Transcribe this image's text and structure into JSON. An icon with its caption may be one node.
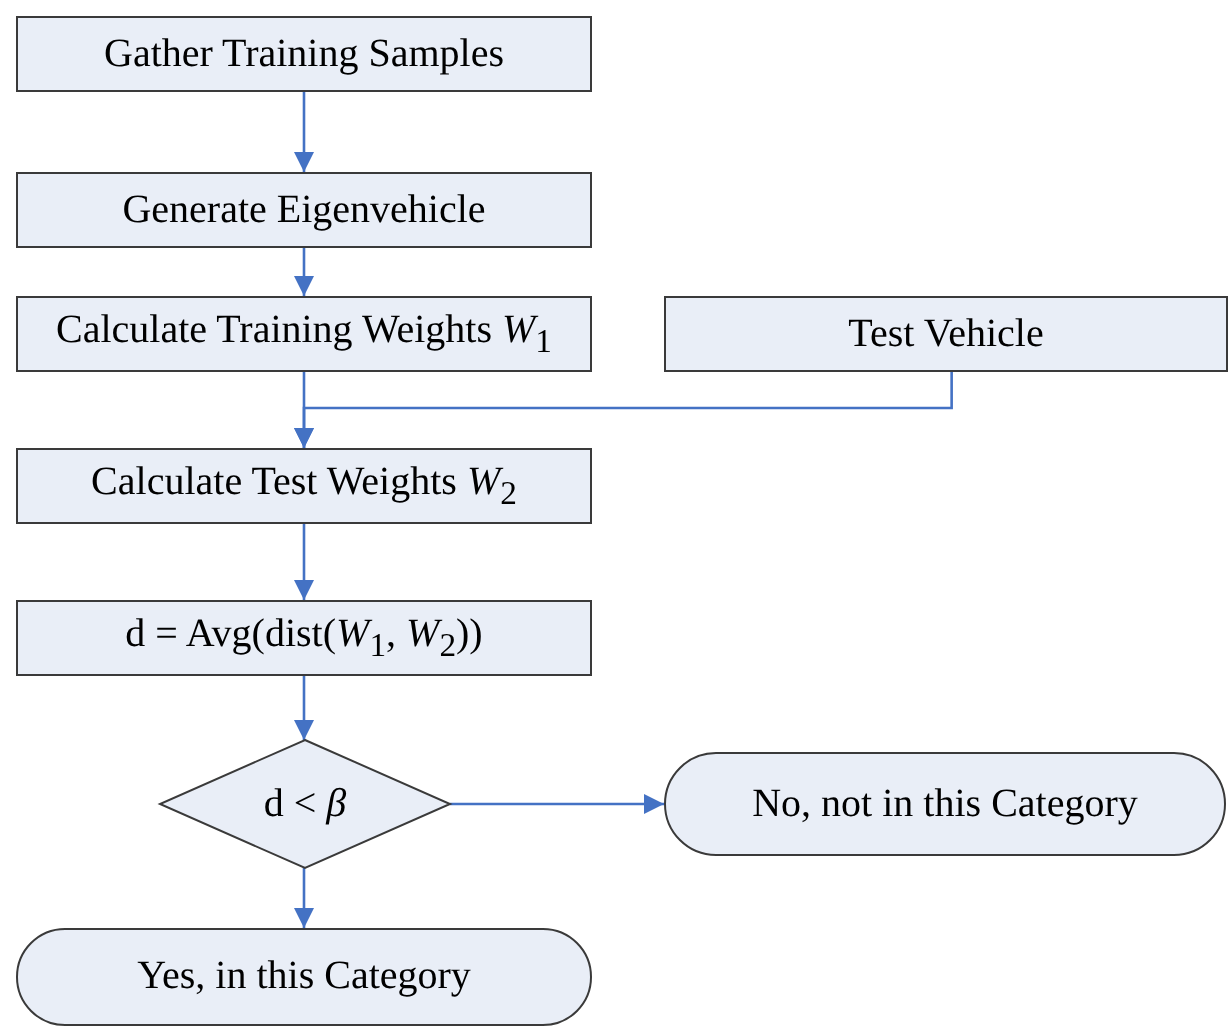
{
  "diagram": {
    "nodes": [
      {
        "text": [
          "Gather Training Samples"
        ]
      },
      {
        "text": [
          "Generate Eigenvehicle"
        ]
      },
      {
        "text": [
          "Calculate Training Weights *W*$_{1}$"
        ]
      },
      {
        "text": [
          "Test Vehicle"
        ]
      },
      {
        "text": [
          "Calculate Test Weights *W*$_{2}$"
        ]
      },
      {
        "text": [
          "d = Avg(dist(*W*$_{1}$, *W*$_{2}$))"
        ]
      },
      {
        "text": [
          "d < *β*"
        ]
      },
      {
        "text": [
          "No, not in this Category"
        ]
      },
      {
        "text": [
          "Yes, in this Category"
        ]
      }
    ],
    "edges": [
      {
        "from": 0,
        "to": 1,
        "arrow": "to"
      },
      {
        "from": 1,
        "to": 2,
        "arrow": "to"
      },
      {
        "from": 2,
        "to": 4,
        "arrow": "to"
      },
      {
        "from": 3,
        "to": 4,
        "arrow": "to"
      },
      {
        "from": 4,
        "to": 5,
        "arrow": "to"
      },
      {
        "from": 5,
        "to": 6,
        "arrow": "to"
      },
      {
        "from": 6,
        "to": 7,
        "arrow": "to"
      },
      {
        "from": 6,
        "to": 8,
        "arrow": "to"
      }
    ]
  }
}
